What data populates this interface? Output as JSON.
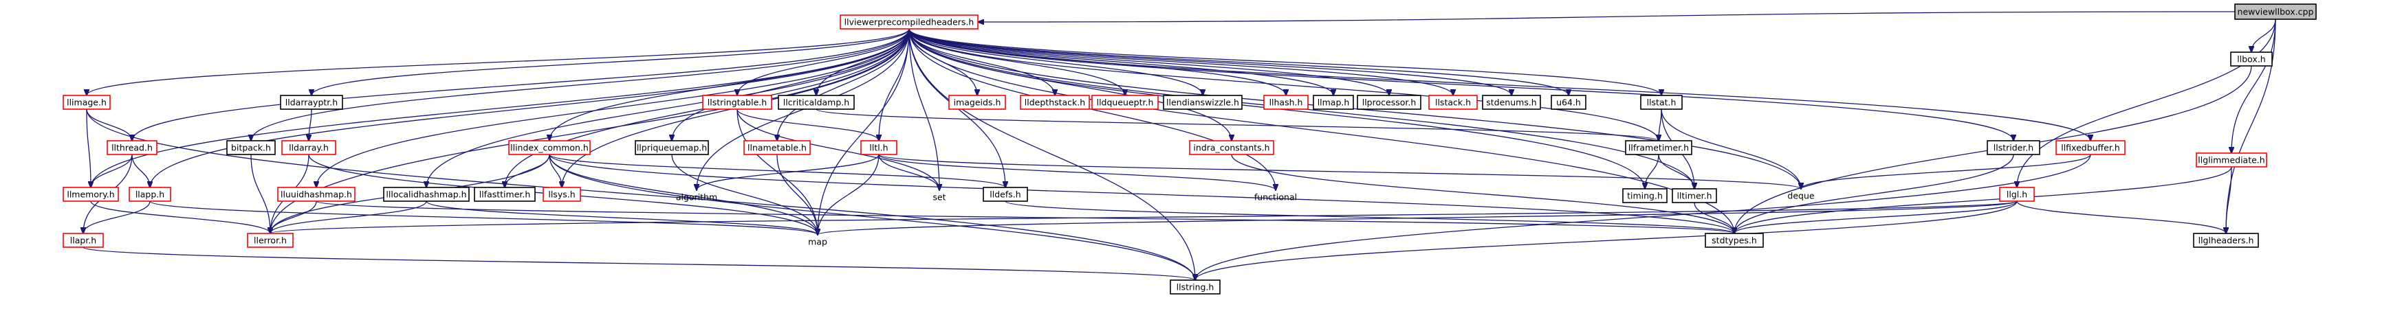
{
  "title": "",
  "colors": {
    "edge": "#191970",
    "root_fill": "#bfbfbf",
    "root_border": "#000000",
    "doc_border": "#000000",
    "ext_border": "#ff0000",
    "box_fill": "#ffffff"
  },
  "nodes": [
    {
      "id": "newviewllbox.cpp",
      "label": "newviewllbox.cpp",
      "type": "root"
    },
    {
      "id": "llviewerprecompiledheaders.h",
      "label": "llviewerprecompiledheaders.h",
      "type": "ext"
    },
    {
      "id": "llbox.h",
      "label": "llbox.h",
      "type": "doc"
    },
    {
      "id": "llimage.h",
      "label": "llimage.h",
      "type": "ext"
    },
    {
      "id": "lldarrayptr.h",
      "label": "lldarrayptr.h",
      "type": "doc"
    },
    {
      "id": "llstringtable.h",
      "label": "llstringtable.h",
      "type": "ext"
    },
    {
      "id": "llcriticaldamp.h",
      "label": "llcriticaldamp.h",
      "type": "doc"
    },
    {
      "id": "imageids.h",
      "label": "imageids.h",
      "type": "ext"
    },
    {
      "id": "lldepthstack.h",
      "label": "lldepthstack.h",
      "type": "ext"
    },
    {
      "id": "lldqueueptr.h",
      "label": "lldqueueptr.h",
      "type": "ext"
    },
    {
      "id": "llendianswizzle.h",
      "label": "llendianswizzle.h",
      "type": "doc"
    },
    {
      "id": "llhash.h",
      "label": "llhash.h",
      "type": "ext"
    },
    {
      "id": "llmap.h",
      "label": "llmap.h",
      "type": "doc"
    },
    {
      "id": "llprocessor.h",
      "label": "llprocessor.h",
      "type": "doc"
    },
    {
      "id": "llstack.h",
      "label": "llstack.h",
      "type": "ext"
    },
    {
      "id": "stdenums.h",
      "label": "stdenums.h",
      "type": "doc"
    },
    {
      "id": "u64.h",
      "label": "u64.h",
      "type": "doc"
    },
    {
      "id": "llstat.h",
      "label": "llstat.h",
      "type": "doc"
    },
    {
      "id": "llthread.h",
      "label": "llthread.h",
      "type": "ext"
    },
    {
      "id": "lldarray.h",
      "label": "lldarray.h",
      "type": "ext"
    },
    {
      "id": "bitpack.h",
      "label": "bitpack.h",
      "type": "doc"
    },
    {
      "id": "llpriqueuemap.h",
      "label": "llpriqueuemap.h",
      "type": "doc"
    },
    {
      "id": "llnametable.h",
      "label": "llnametable.h",
      "type": "ext"
    },
    {
      "id": "lltl.h",
      "label": "lltl.h",
      "type": "ext"
    },
    {
      "id": "indra_constants.h",
      "label": "indra_constants.h",
      "type": "ext"
    },
    {
      "id": "llframetimer.h",
      "label": "llframetimer.h",
      "type": "doc"
    },
    {
      "id": "llstrider.h",
      "label": "llstrider.h",
      "type": "doc"
    },
    {
      "id": "llfixedbuffer.h",
      "label": "llfixedbuffer.h",
      "type": "ext"
    },
    {
      "id": "llglimmediate.h",
      "label": "llglimmediate.h",
      "type": "ext"
    },
    {
      "id": "llmemory.h",
      "label": "llmemory.h",
      "type": "ext"
    },
    {
      "id": "llapp.h",
      "label": "llapp.h",
      "type": "ext"
    },
    {
      "id": "llindex_common.h",
      "label": "llindex_common.h",
      "type": "ext"
    },
    {
      "id": "lluuidhashmap.h",
      "label": "lluuidhashmap.h",
      "type": "ext"
    },
    {
      "id": "lllocalidhashmap.h",
      "label": "lllocalidhashmap.h",
      "type": "doc"
    },
    {
      "id": "llfasttimer.h",
      "label": "llfasttimer.h",
      "type": "doc"
    },
    {
      "id": "llsys.h",
      "label": "llsys.h",
      "type": "ext"
    },
    {
      "id": "algorithm",
      "label": "algorithm",
      "type": "plain"
    },
    {
      "id": "set",
      "label": "set",
      "type": "plain"
    },
    {
      "id": "lldefs.h",
      "label": "lldefs.h",
      "type": "doc"
    },
    {
      "id": "functional",
      "label": "functional",
      "type": "plain"
    },
    {
      "id": "timing.h",
      "label": "timing.h",
      "type": "doc"
    },
    {
      "id": "lltimer.h",
      "label": "lltimer.h",
      "type": "doc"
    },
    {
      "id": "deque",
      "label": "deque",
      "type": "plain"
    },
    {
      "id": "llgl.h",
      "label": "llgl.h",
      "type": "ext"
    },
    {
      "id": "llapr.h",
      "label": "llapr.h",
      "type": "ext"
    },
    {
      "id": "llerror.h",
      "label": "llerror.h",
      "type": "ext"
    },
    {
      "id": "map",
      "label": "map",
      "type": "plain"
    },
    {
      "id": "stdtypes.h",
      "label": "stdtypes.h",
      "type": "doc"
    },
    {
      "id": "llglheaders.h",
      "label": "llglheaders.h",
      "type": "doc"
    },
    {
      "id": "llstring.h",
      "label": "llstring.h",
      "type": "doc"
    }
  ],
  "edges": [
    [
      "newviewllbox.cpp",
      "llviewerprecompiledheaders.h"
    ],
    [
      "newviewllbox.cpp",
      "llbox.h"
    ],
    [
      "newviewllbox.cpp",
      "llgl.h"
    ],
    [
      "newviewllbox.cpp",
      "llglimmediate.h"
    ],
    [
      "newviewllbox.cpp",
      "llglheaders.h"
    ],
    [
      "llbox.h",
      "stdtypes.h"
    ],
    [
      "llviewerprecompiledheaders.h",
      "llimage.h"
    ],
    [
      "llviewerprecompiledheaders.h",
      "lldarrayptr.h"
    ],
    [
      "llviewerprecompiledheaders.h",
      "llstringtable.h"
    ],
    [
      "llviewerprecompiledheaders.h",
      "llcriticaldamp.h"
    ],
    [
      "llviewerprecompiledheaders.h",
      "imageids.h"
    ],
    [
      "llviewerprecompiledheaders.h",
      "lldepthstack.h"
    ],
    [
      "llviewerprecompiledheaders.h",
      "lldqueueptr.h"
    ],
    [
      "llviewerprecompiledheaders.h",
      "llendianswizzle.h"
    ],
    [
      "llviewerprecompiledheaders.h",
      "llhash.h"
    ],
    [
      "llviewerprecompiledheaders.h",
      "llmap.h"
    ],
    [
      "llviewerprecompiledheaders.h",
      "llprocessor.h"
    ],
    [
      "llviewerprecompiledheaders.h",
      "llstack.h"
    ],
    [
      "llviewerprecompiledheaders.h",
      "stdenums.h"
    ],
    [
      "llviewerprecompiledheaders.h",
      "u64.h"
    ],
    [
      "llviewerprecompiledheaders.h",
      "llstat.h"
    ],
    [
      "llviewerprecompiledheaders.h",
      "llthread.h"
    ],
    [
      "llviewerprecompiledheaders.h",
      "bitpack.h"
    ],
    [
      "llviewerprecompiledheaders.h",
      "llpriqueuemap.h"
    ],
    [
      "llviewerprecompiledheaders.h",
      "llnametable.h"
    ],
    [
      "llviewerprecompiledheaders.h",
      "lltl.h"
    ],
    [
      "llviewerprecompiledheaders.h",
      "indra_constants.h"
    ],
    [
      "llviewerprecompiledheaders.h",
      "llframetimer.h"
    ],
    [
      "llviewerprecompiledheaders.h",
      "llstrider.h"
    ],
    [
      "llviewerprecompiledheaders.h",
      "llfixedbuffer.h"
    ],
    [
      "llviewerprecompiledheaders.h",
      "llmemory.h"
    ],
    [
      "llviewerprecompiledheaders.h",
      "llapp.h"
    ],
    [
      "llviewerprecompiledheaders.h",
      "llindex_common.h"
    ],
    [
      "llviewerprecompiledheaders.h",
      "lluuidhashmap.h"
    ],
    [
      "llviewerprecompiledheaders.h",
      "lllocalidhashmap.h"
    ],
    [
      "llviewerprecompiledheaders.h",
      "llfasttimer.h"
    ],
    [
      "llviewerprecompiledheaders.h",
      "llsys.h"
    ],
    [
      "llviewerprecompiledheaders.h",
      "algorithm"
    ],
    [
      "llviewerprecompiledheaders.h",
      "set"
    ],
    [
      "llviewerprecompiledheaders.h",
      "lldefs.h"
    ],
    [
      "llviewerprecompiledheaders.h",
      "functional"
    ],
    [
      "llviewerprecompiledheaders.h",
      "timing.h"
    ],
    [
      "llviewerprecompiledheaders.h",
      "lltimer.h"
    ],
    [
      "llviewerprecompiledheaders.h",
      "deque"
    ],
    [
      "llviewerprecompiledheaders.h",
      "llerror.h"
    ],
    [
      "llviewerprecompiledheaders.h",
      "map"
    ],
    [
      "llviewerprecompiledheaders.h",
      "stdtypes.h"
    ],
    [
      "llviewerprecompiledheaders.h",
      "llstring.h"
    ],
    [
      "llimage.h",
      "llthread.h"
    ],
    [
      "llimage.h",
      "llmemory.h"
    ],
    [
      "llimage.h",
      "llstring.h"
    ],
    [
      "lldarrayptr.h",
      "lldarray.h"
    ],
    [
      "lldarray.h",
      "llerror.h"
    ],
    [
      "lldarray.h",
      "map"
    ],
    [
      "llthread.h",
      "llmemory.h"
    ],
    [
      "llthread.h",
      "llapp.h"
    ],
    [
      "llthread.h",
      "llapr.h"
    ],
    [
      "llapp.h",
      "llapr.h"
    ],
    [
      "llapp.h",
      "map"
    ],
    [
      "llmemory.h",
      "llerror.h"
    ],
    [
      "llapr.h",
      "llstring.h"
    ],
    [
      "bitpack.h",
      "llerror.h"
    ],
    [
      "llstringtable.h",
      "lltl.h"
    ],
    [
      "llstringtable.h",
      "map"
    ],
    [
      "llstringtable.h",
      "set"
    ],
    [
      "llcriticaldamp.h",
      "llframetimer.h"
    ],
    [
      "llnametable.h",
      "map"
    ],
    [
      "llpriqueuemap.h",
      "map"
    ],
    [
      "lltl.h",
      "algorithm"
    ],
    [
      "lltl.h",
      "set"
    ],
    [
      "lltl.h",
      "map"
    ],
    [
      "lltl.h",
      "deque"
    ],
    [
      "lltl.h",
      "functional"
    ],
    [
      "llindex_common.h",
      "llfasttimer.h"
    ],
    [
      "llindex_common.h",
      "llsys.h"
    ],
    [
      "llindex_common.h",
      "lldefs.h"
    ],
    [
      "llindex_common.h",
      "map"
    ],
    [
      "llindex_common.h",
      "llerror.h"
    ],
    [
      "llindex_common.h",
      "stdtypes.h"
    ],
    [
      "llindex_common.h",
      "llstring.h"
    ],
    [
      "lluuidhashmap.h",
      "llerror.h"
    ],
    [
      "lluuidhashmap.h",
      "stdtypes.h"
    ],
    [
      "lllocalidhashmap.h",
      "llerror.h"
    ],
    [
      "lllocalidhashmap.h",
      "map"
    ],
    [
      "lldefs.h",
      "stdtypes.h"
    ],
    [
      "indra_constants.h",
      "stdtypes.h"
    ],
    [
      "llstat.h",
      "llframetimer.h"
    ],
    [
      "llstat.h",
      "lltimer.h"
    ],
    [
      "llstat.h",
      "deque"
    ],
    [
      "llframetimer.h",
      "lltimer.h"
    ],
    [
      "llframetimer.h",
      "timing.h"
    ],
    [
      "lltimer.h",
      "stdtypes.h"
    ],
    [
      "llstrider.h",
      "stdtypes.h"
    ],
    [
      "llfixedbuffer.h",
      "deque"
    ],
    [
      "llfixedbuffer.h",
      "llstring.h"
    ],
    [
      "llgl.h",
      "stdtypes.h"
    ],
    [
      "llgl.h",
      "llglheaders.h"
    ],
    [
      "llgl.h",
      "map"
    ],
    [
      "llgl.h",
      "llerror.h"
    ],
    [
      "llgl.h",
      "llstring.h"
    ],
    [
      "llglimmediate.h",
      "stdtypes.h"
    ],
    [
      "llglimmediate.h",
      "llglheaders.h"
    ]
  ]
}
